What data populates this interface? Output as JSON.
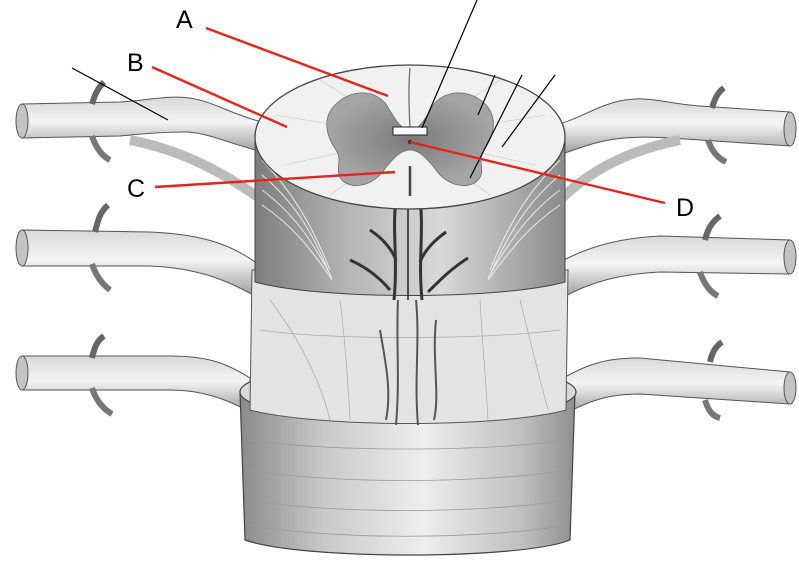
{
  "labels": {
    "a": "A",
    "b": "B",
    "c": "C",
    "d": "D"
  },
  "colors": {
    "leader_line": "#e8231b",
    "pointer_line": "#000000",
    "gray_matter": "#8c8c8c",
    "white_matter": "#f1f1f1",
    "vessel": "#3a3a3a",
    "membrane": "#cfcfcf"
  }
}
